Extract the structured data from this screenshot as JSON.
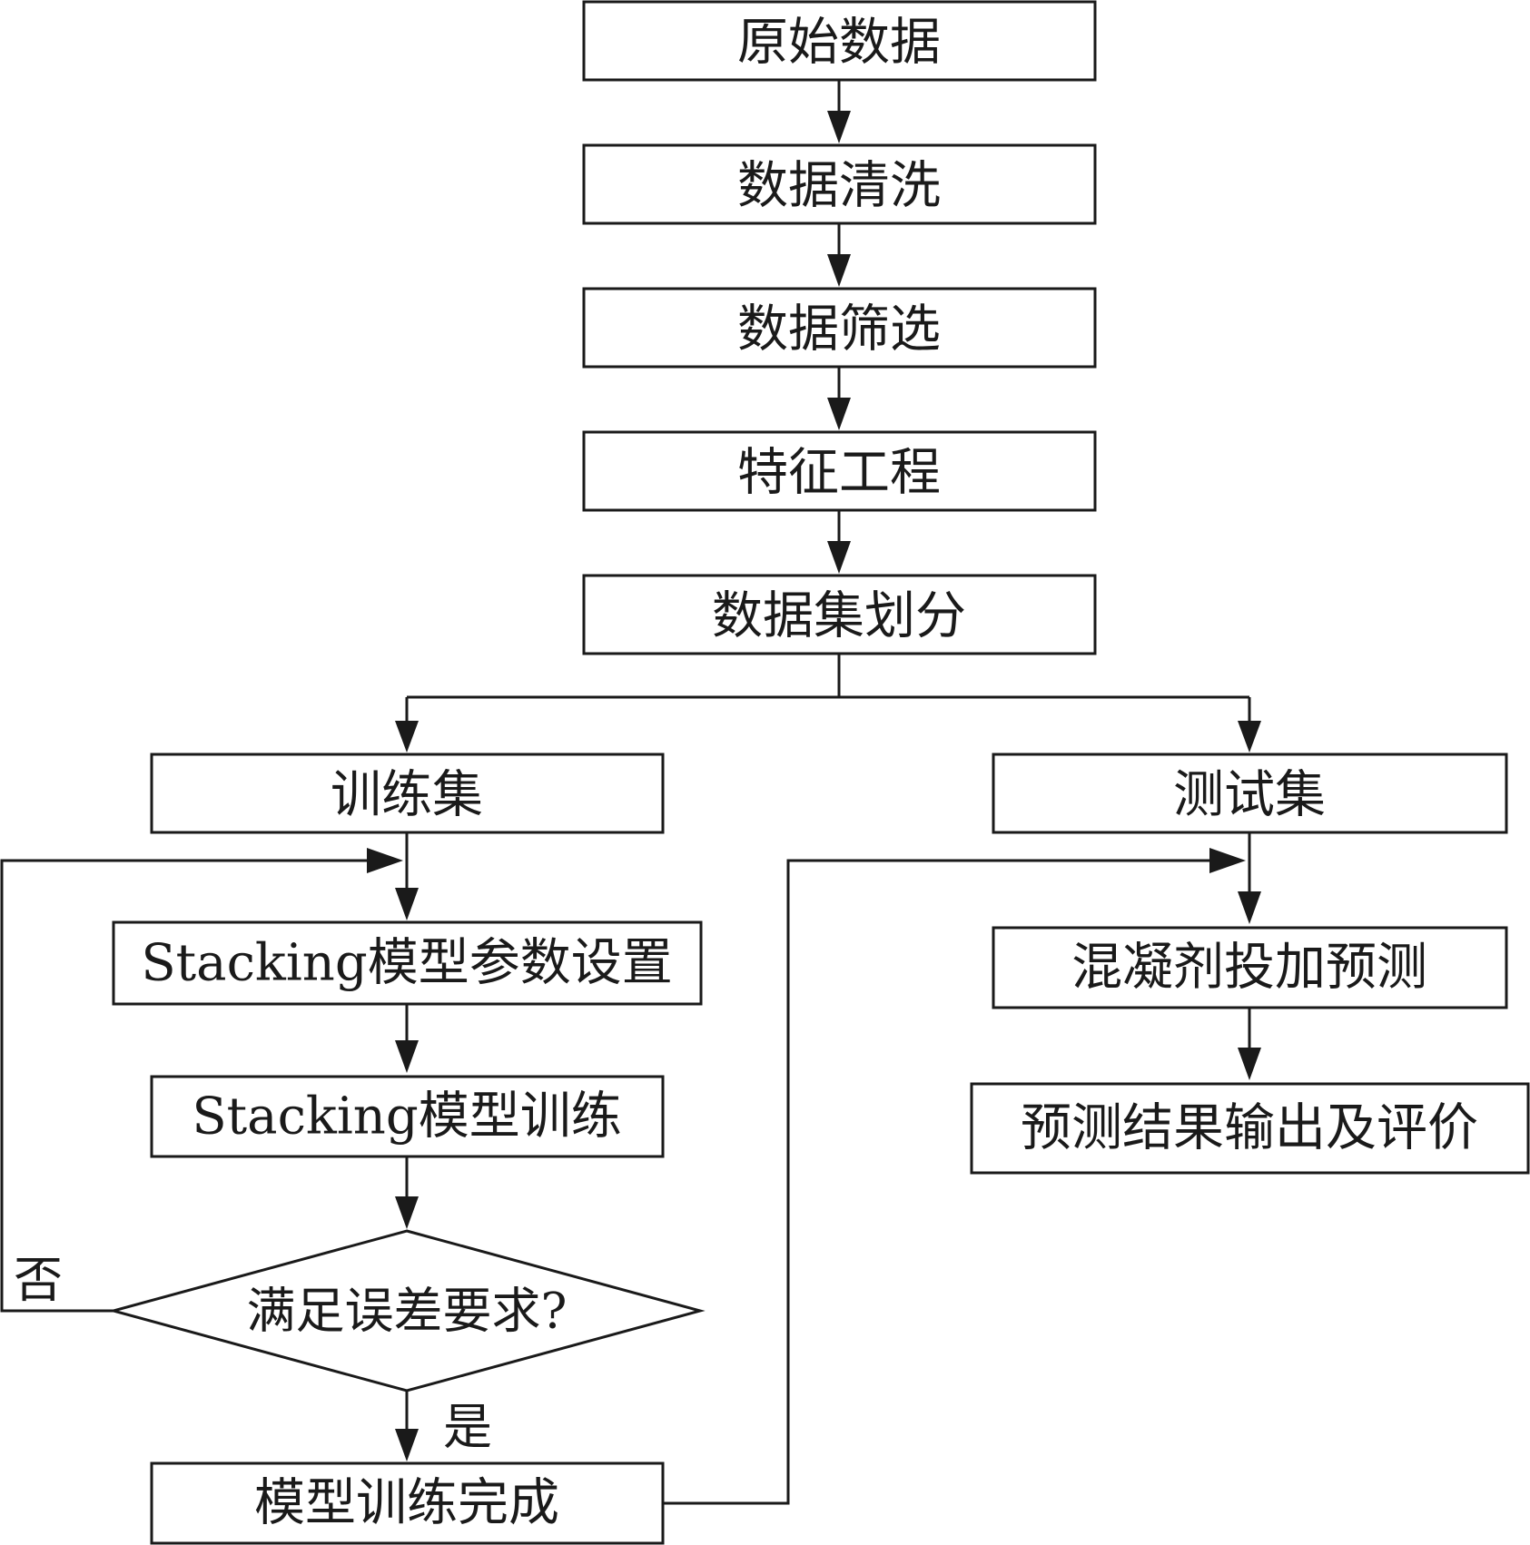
{
  "nodes": {
    "raw_data": "原始数据",
    "data_cleaning": "数据清洗",
    "data_filtering": "数据筛选",
    "feature_engineering": "特征工程",
    "dataset_split": "数据集划分",
    "training_set": "训练集",
    "test_set": "测试集",
    "param_setting": "Stacking模型参数设置",
    "model_training": "Stacking模型训练",
    "error_check": "满足误差要求?",
    "training_complete": "模型训练完成",
    "coagulant_prediction": "混凝剂投加预测",
    "result_output": "预测结果输出及评价"
  },
  "edge_labels": {
    "no": "否",
    "yes": "是"
  }
}
